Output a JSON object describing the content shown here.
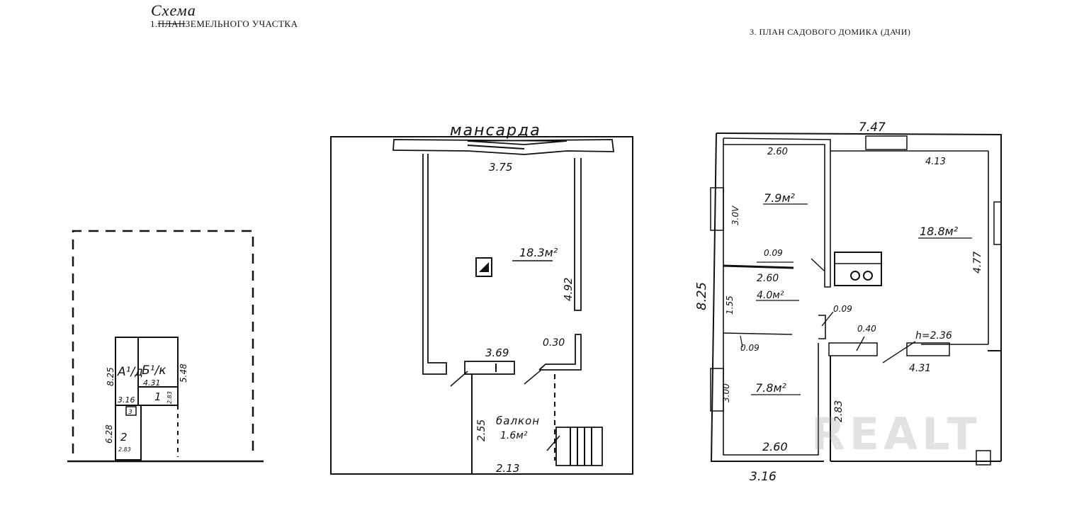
{
  "headers": {
    "schema": "Схема",
    "plot_num": "1.",
    "plot_strike": "ПЛАН",
    "plot_rest": "ЗЕМЕЛЬНОГО УЧАСТКА",
    "house": "3. ПЛАН САДОВОГО ДОМИКА (ДАЧИ)"
  },
  "site_plan": {
    "labels": {
      "a": "А¹/д",
      "b": "Б¹/к",
      "n1": "1",
      "n2": "2",
      "n3": "3",
      "d1": "8.25",
      "d2": "5.48",
      "d3": "4.31",
      "d4": "3.16",
      "d5": "2.83",
      "d6": "6.28",
      "d7": "2.83"
    }
  },
  "attic": {
    "title": "мансарда",
    "labels": {
      "top_width": "3.75",
      "area": "18.3м²",
      "depth": "4.92",
      "bottom_width": "3.69",
      "wall": "0.30",
      "balcony": "балкон",
      "balcony_area": "1.6м²",
      "balcony_depth": "2.55",
      "balcony_width": "2.13"
    }
  },
  "ground_floor": {
    "labels": {
      "total_width": "7.47",
      "r1_width": "2.60",
      "r2_width": "4.13",
      "r1_area": "7.9м²",
      "r1_depth": "3.0V",
      "r2_area": "18.8м²",
      "r2_depth": "4.77",
      "total_depth": "8.25",
      "p1": "0.09",
      "hall_width": "2.60",
      "hall_area": "4.0м²",
      "hall_depth": "1.55",
      "p2": "0.09",
      "p3": "0.09",
      "stove": "0.40",
      "height": "h=2.36",
      "right_lower": "4.31",
      "r3_area": "7.8м²",
      "r3_depth": "3.00",
      "r3_width": "2.60",
      "r3_side": "2.83",
      "bottom_width": "3.16"
    }
  },
  "watermark": "REALT"
}
